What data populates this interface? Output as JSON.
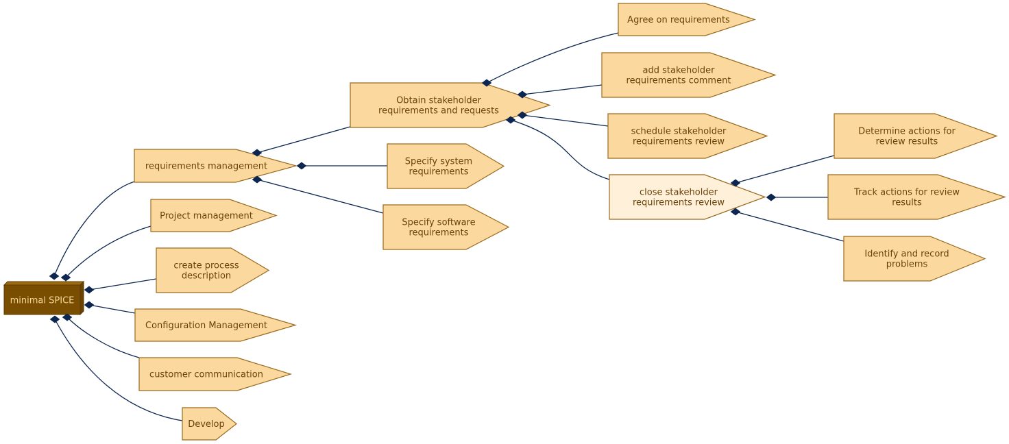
{
  "diagram": {
    "root": {
      "label": "minimal SPICE",
      "color": "#7a4e00"
    },
    "colors": {
      "node_fill": "#fbd99e",
      "highlight_fill": "#fef0d9",
      "edge": "#0d2650",
      "text": "#6b4208"
    },
    "nodes": {
      "requirements_management": [
        "requirements management"
      ],
      "project_management": [
        "Project management"
      ],
      "create_process_description": [
        "create process",
        "description"
      ],
      "configuration_management": [
        "Configuration Management"
      ],
      "customer_communication": [
        "customer communication"
      ],
      "develop": [
        "Develop"
      ],
      "obtain_stakeholder": [
        "Obtain stakeholder",
        "requirements and requests"
      ],
      "specify_system": [
        "Specify system",
        "requirements"
      ],
      "specify_software": [
        "Specify software",
        "requirements"
      ],
      "agree_on_requirements": [
        "Agree on requirements"
      ],
      "add_stakeholder_comment": [
        "add stakeholder",
        "requirements comment"
      ],
      "schedule_review": [
        "schedule stakeholder",
        "requirements review"
      ],
      "close_review": [
        "close stakeholder",
        "requirements review"
      ],
      "determine_actions": [
        "Determine actions for",
        "review results"
      ],
      "track_actions": [
        "Track actions for review",
        "results"
      ],
      "identify_record": [
        "Identify and record",
        "problems"
      ]
    }
  }
}
